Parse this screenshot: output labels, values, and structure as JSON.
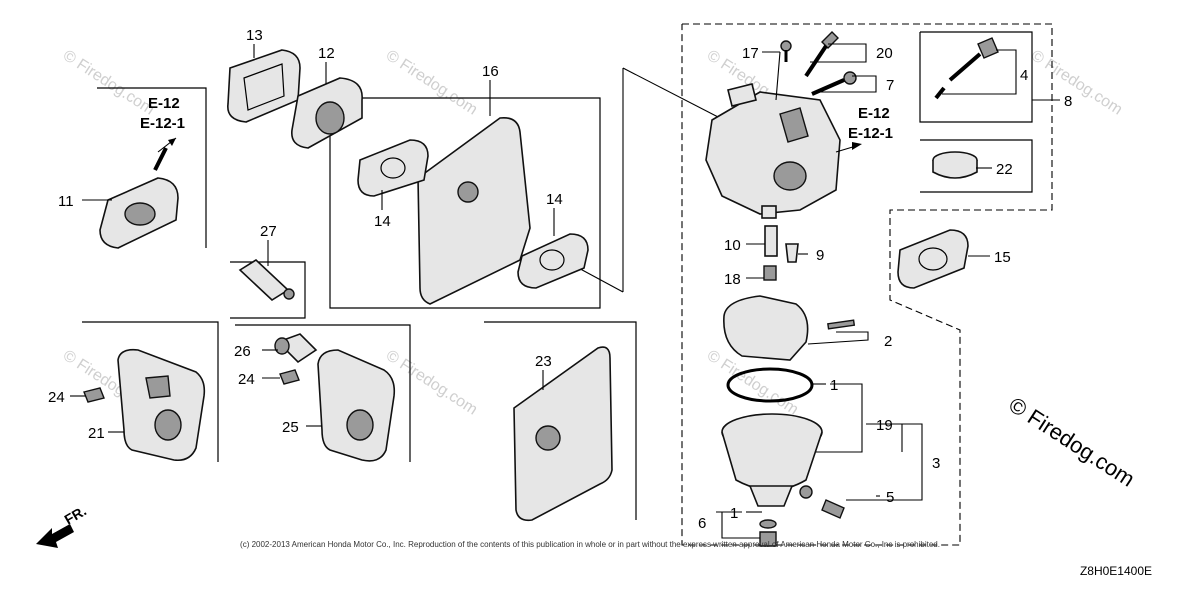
{
  "watermark": "© Firedog.com",
  "site_mark": "© Firedog.com",
  "copyright": "(c) 2002-2013 American Honda Motor Co., Inc. Reproduction of the contents of this publication in whole or in part without the express written approval of American Honda Motor Co., Inc is prohibited.",
  "diagram_code": "Z8H0E1400E",
  "direction": "FR.",
  "refs": {
    "e12": "E-12",
    "e121": "E-12-1"
  },
  "callouts": {
    "c1a": "1",
    "c1b": "1",
    "c2": "2",
    "c3": "3",
    "c4": "4",
    "c5": "5",
    "c6": "6",
    "c7": "7",
    "c8": "8",
    "c9": "9",
    "c10": "10",
    "c11": "11",
    "c12": "12",
    "c13": "13",
    "c14a": "14",
    "c14b": "14",
    "c15": "15",
    "c16": "16",
    "c17": "17",
    "c18": "18",
    "c19": "19",
    "c20": "20",
    "c21": "21",
    "c22": "22",
    "c23": "23",
    "c24a": "24",
    "c24b": "24",
    "c25": "25",
    "c26": "26",
    "c27": "27"
  },
  "icons": {
    "arrow": "arrow-icon"
  }
}
